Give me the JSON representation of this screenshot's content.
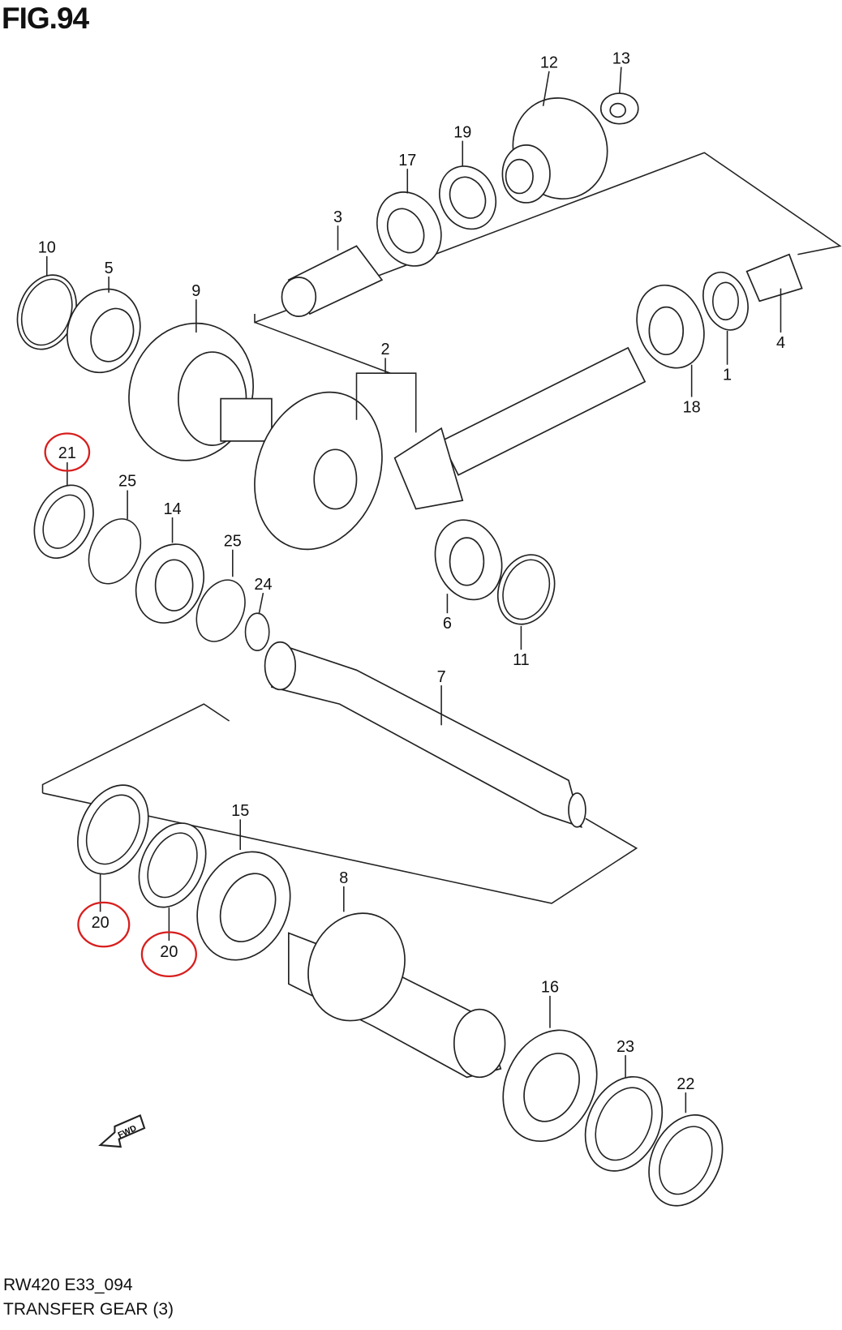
{
  "title": "FIG.94",
  "footer": {
    "code": "RW420 E33_094",
    "name": "TRANSFER GEAR (3)"
  },
  "fwd_label": "FWD",
  "highlight_color": "#d81e1e",
  "callouts": {
    "p12": "12",
    "p13": "13",
    "p19": "19",
    "p17": "17",
    "p3": "3",
    "p10": "10",
    "p5": "5",
    "p9": "9",
    "p2": "2",
    "p4": "4",
    "p1": "1",
    "p18": "18",
    "p21": "21",
    "p25a": "25",
    "p14": "14",
    "p25b": "25",
    "p24": "24",
    "p6": "6",
    "p11": "11",
    "p7": "7",
    "p15": "15",
    "p8": "8",
    "p20a": "20",
    "p20b": "20",
    "p16": "16",
    "p23": "23",
    "p22": "22"
  }
}
